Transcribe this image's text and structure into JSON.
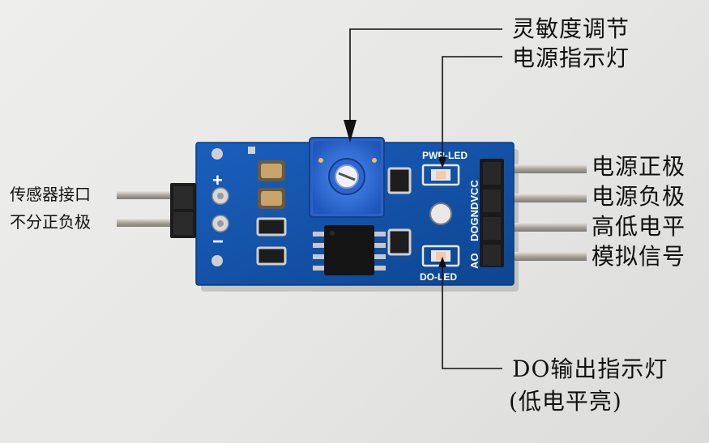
{
  "labels": {
    "sensitivity_adjust": "灵敏度调节",
    "power_indicator": "电源指示灯",
    "sensor_interface_line1": "传感器接口",
    "sensor_interface_line2": "不分正负极",
    "vcc_positive": "电源正极",
    "gnd_negative": "电源负极",
    "digital_level": "高低电平",
    "analog_signal": "模拟信号",
    "do_indicator_line1": "DO输出指示灯",
    "do_indicator_line2": "(低电平亮)"
  },
  "silkscreen": {
    "plus": "+",
    "minus": "−",
    "pwr_led": "PWR-LED",
    "do_led": "DO-LED",
    "pins": "DOGNDVCC",
    "ao": "AO"
  },
  "colors": {
    "pcb": "#1252a8",
    "potentiometer": "#2f6fd8",
    "header": "#1a1a1a",
    "pin_metal": "#b8b4ac"
  }
}
